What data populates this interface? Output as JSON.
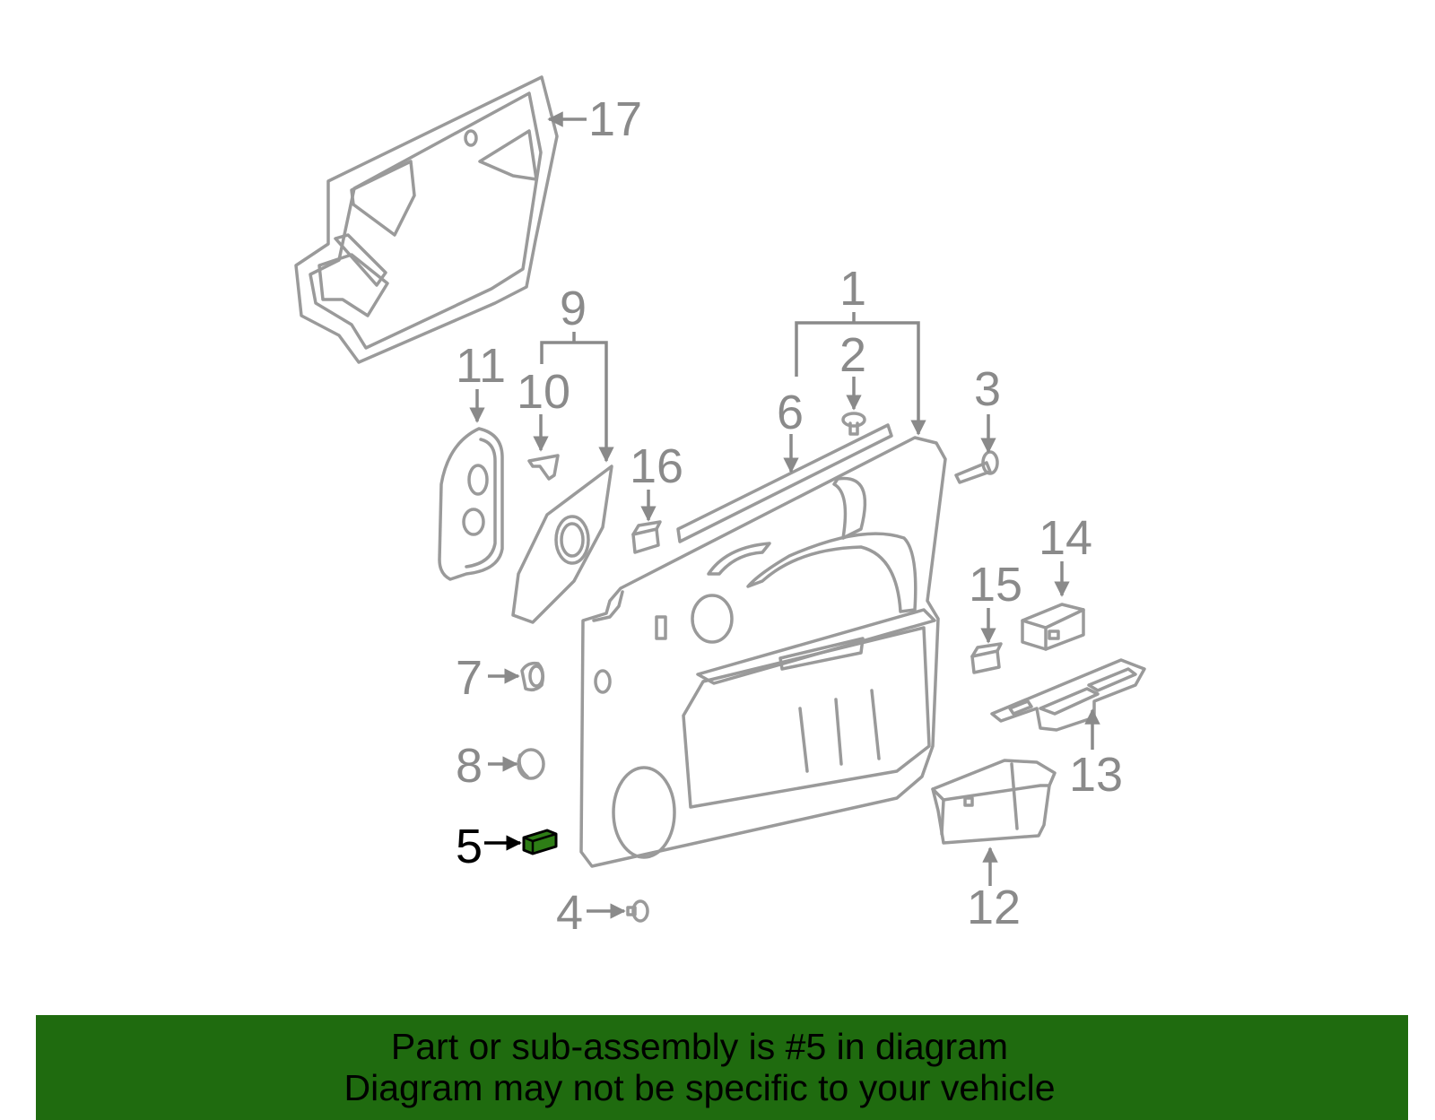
{
  "diagram": {
    "callouts": {
      "c1": "1",
      "c2": "2",
      "c3": "3",
      "c4": "4",
      "c5": "5",
      "c6": "6",
      "c7": "7",
      "c8": "8",
      "c9": "9",
      "c10": "10",
      "c11": "11",
      "c12": "12",
      "c13": "13",
      "c14": "14",
      "c15": "15",
      "c16": "16",
      "c17": "17"
    },
    "highlighted_part": "5",
    "colors": {
      "line_gray": "#9a9a9a",
      "highlight_part_fill": "#2e7d16",
      "banner_green": "#1f6b0f"
    }
  },
  "footer": {
    "line1": "Part or sub-assembly is #5 in diagram",
    "line2": "Diagram may not be specific to your vehicle"
  }
}
